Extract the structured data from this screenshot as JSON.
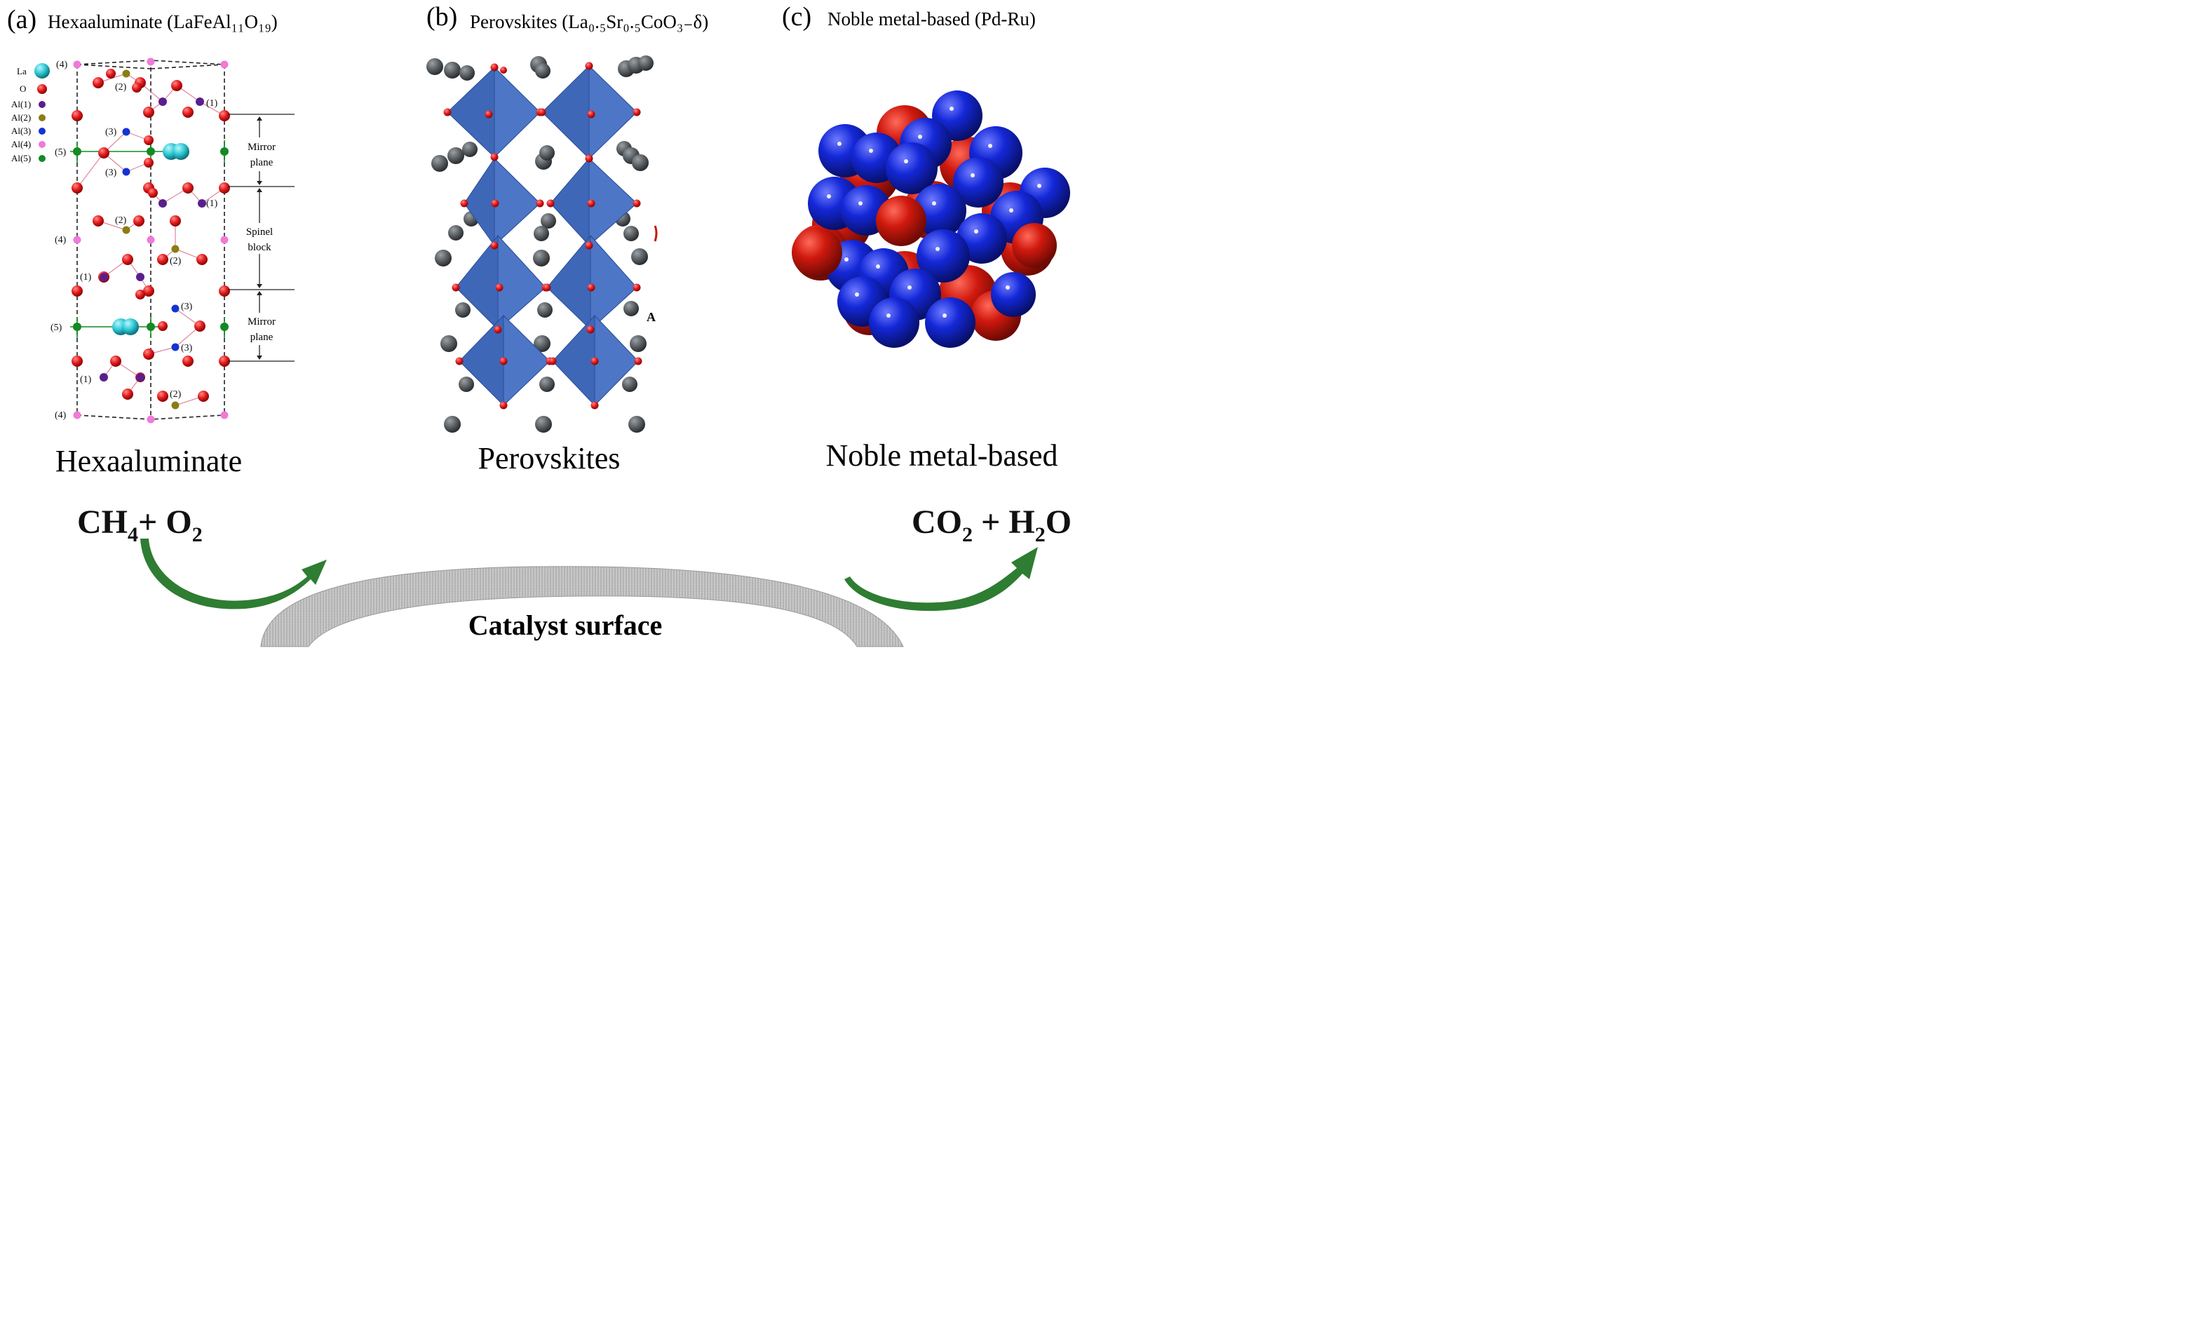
{
  "panels": {
    "a": {
      "letter": "(a)",
      "header": "Hexaaluminate (LaFeAl₁₁O₁₉)",
      "caption": "Hexaaluminate",
      "legend": [
        {
          "label": "La",
          "color": "#2cc6d4"
        },
        {
          "label": "O",
          "color": "#e31a1a"
        },
        {
          "label": "Al(1)",
          "color": "#5a1f8c"
        },
        {
          "label": "Al(2)",
          "color": "#8a7d12"
        },
        {
          "label": "Al(3)",
          "color": "#1433d4"
        },
        {
          "label": "Al(4)",
          "color": "#f07ad8"
        },
        {
          "label": "Al(5)",
          "color": "#138a24"
        }
      ],
      "site_labels": [
        "(1)",
        "(2)",
        "(3)",
        "(4)",
        "(5)"
      ],
      "region_labels": {
        "mirror_top": [
          "Mirror",
          "plane"
        ],
        "spinel": [
          "Spinel",
          "block"
        ],
        "mirror_bottom": [
          "Mirror",
          "plane"
        ]
      }
    },
    "b": {
      "letter": "(b)",
      "header": "Perovskites (La₀.₅Sr₀.₅CoO₃₋δ)",
      "caption": "Perovskites",
      "side_letter": "A"
    },
    "c": {
      "letter": "(c)",
      "header": "Noble metal-based (Pd-Ru)",
      "caption": "Noble metal-based"
    }
  },
  "reaction": {
    "reactants": {
      "a": "CH",
      "a_sub": "4",
      "plus": "+ O",
      "b_sub": "2"
    },
    "products": {
      "a": "CO",
      "a_sub": "2",
      "plus": " + H",
      "b_sub": "2",
      "tail": "O"
    },
    "surface_label": "Catalyst surface"
  },
  "colors": {
    "octahedron": "#3f67b8",
    "octahedron_edge": "#2a4d97",
    "oxygen": "#e31a1a",
    "gray_atom": "#555a5e",
    "blue_sphere": "#1424c8",
    "red_sphere": "#c8190f",
    "arrow": "#2e7d32",
    "surface": "#bdbdbd"
  }
}
